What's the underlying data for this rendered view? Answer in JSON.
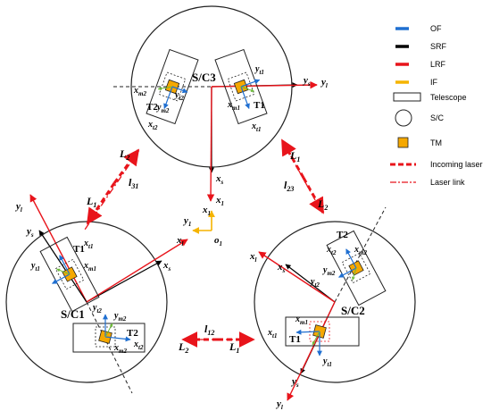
{
  "spacecraft": {
    "sc1": {
      "name": "S/C1",
      "t1": "T1",
      "t2": "T2"
    },
    "sc2": {
      "name": "S/C2",
      "t1": "T1",
      "t2": "T2"
    },
    "sc3": {
      "name": "S/C3",
      "t1": "T1",
      "t2": "T2"
    }
  },
  "frames": {
    "ys": "y",
    "xs": "x",
    "yl": "y",
    "xl": "x",
    "yt1": "y",
    "xt1": "x",
    "yt2": "y",
    "xt2": "x",
    "ym2": "y",
    "xm2": "x",
    "xm1": "x",
    "x1": "x",
    "y1": "y",
    "o1": "o",
    "sub_s": "s",
    "sub_l": "l",
    "sub_t1": "t1",
    "sub_t2": "t2",
    "sub_m1": "m1",
    "sub_m2": "m2",
    "sub_1": "1"
  },
  "links": {
    "L1": "L",
    "L2": "L",
    "sub1": "1",
    "sub2": "2",
    "l12": "l",
    "l23": "l",
    "l31": "l",
    "s12": "12",
    "s23": "23",
    "s31": "31"
  },
  "legend": {
    "of": "OF",
    "srf": "SRF",
    "lrf": "LRF",
    "if": "IF",
    "telescope": "Telescope",
    "sc": "S/C",
    "tm": "TM",
    "incoming": "Incoming laser",
    "link": "Laser link",
    "colors": {
      "of": "#1f6fd1",
      "srf": "#000000",
      "lrf": "#e8141b",
      "if": "#f5b400",
      "tm": "#f5a800"
    }
  }
}
